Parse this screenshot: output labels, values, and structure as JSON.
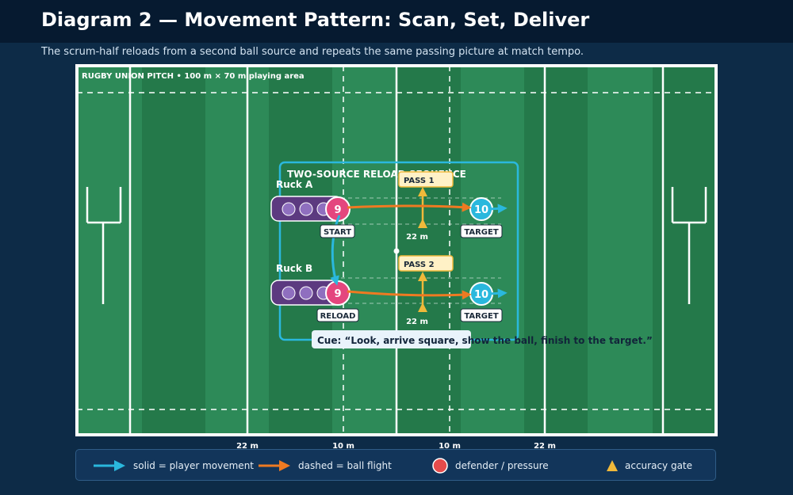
{
  "header": {
    "title": "Diagram 2 — Movement Pattern: Scan, Set, Deliver",
    "subtitle": "The scrum-half reloads from a second ball source and repeats the same passing picture at match tempo."
  },
  "pitch": {
    "label": "RUGBY UNION PITCH • 100 m × 70 m playing area",
    "markings": [
      "22 m",
      "10 m",
      "10 m",
      "22 m"
    ]
  },
  "drill": {
    "box_title": "TWO-SOURCE RELOAD SEQUENCE",
    "rucks": [
      {
        "name": "Ruck A",
        "scrum_half_number": "9",
        "scrum_half_tag": "START",
        "receiver_number": "10",
        "receiver_tag": "TARGET",
        "pass_label": "PASS 1",
        "distance": "22 m"
      },
      {
        "name": "Ruck B",
        "scrum_half_number": "9",
        "scrum_half_tag": "RELOAD",
        "receiver_number": "10",
        "receiver_tag": "TARGET",
        "pass_label": "PASS 2",
        "distance": "22 m"
      }
    ],
    "cue": "Cue: “Look, arrive square, show the ball, finish to the target.”"
  },
  "legend": {
    "items": [
      {
        "label": "solid = player movement",
        "icon": "cyan-arrow"
      },
      {
        "label": "dashed = ball flight",
        "icon": "orange-arrow"
      },
      {
        "label": "defender / pressure",
        "icon": "red-circle"
      },
      {
        "label": "accuracy gate",
        "icon": "yellow-triangle"
      }
    ]
  },
  "colors": {
    "pitch_dark": "#24794a",
    "pitch_light": "#2d8a58",
    "movement": "#2ab8dd",
    "ball_flight": "#ee7a22",
    "scrum_half": "#e4467e",
    "receiver": "#2ab8dd",
    "ruck": "#5c3a80",
    "gate": "#f0b93a",
    "defender": "#e54b4b"
  }
}
